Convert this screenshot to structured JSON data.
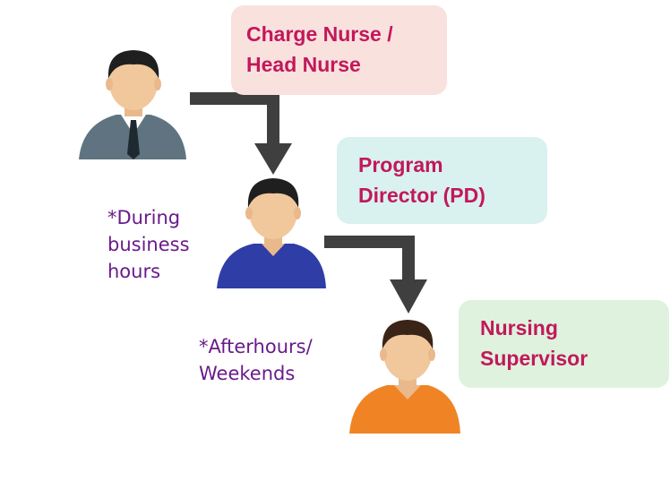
{
  "roles": {
    "charge_nurse": {
      "line1": "Charge Nurse /",
      "line2": "Head Nurse"
    },
    "program_director": {
      "line1": "Program",
      "line2": "Director (PD)"
    },
    "nursing_supervisor": {
      "line1": "Nursing",
      "line2": "Supervisor"
    }
  },
  "notes": {
    "business_hours": {
      "line1": "*During",
      "line2": "business",
      "line3": "hours"
    },
    "after_hours": {
      "line1": "*Afterhours/",
      "line2": "Weekends"
    }
  },
  "colors": {
    "role_text": "#c2185b",
    "note_text": "#6a1b8a",
    "charge_box": "#f9e1dd",
    "pd_box": "#d9f1ef",
    "supervisor_box": "#def2de",
    "arrow": "#3f3f3f",
    "suit": "#5f7480",
    "shirt_blue": "#2f3ea6",
    "shirt_orange": "#f08424",
    "skin": "#f1c79c",
    "hair": "#1f1f1f"
  }
}
